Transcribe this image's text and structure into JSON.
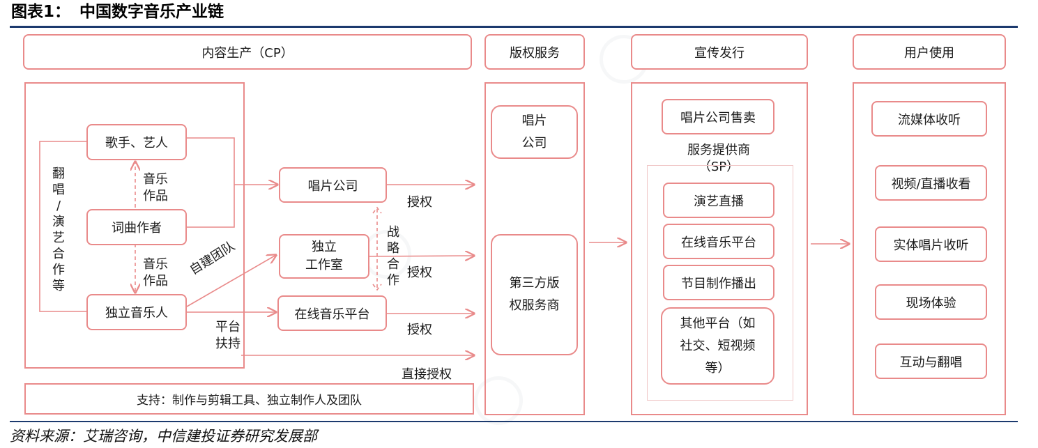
{
  "title": {
    "number": "图表1：",
    "text": "中国数字音乐产业链"
  },
  "source": "资料来源：艾瑞咨询，中信建投证券研究发展部",
  "columns": {
    "cp": "内容生产（CP）",
    "copyright": "版权服务",
    "promo": "宣传发行",
    "user": "用户使用"
  },
  "cp": {
    "singer": "歌手、艺人",
    "songwriter": "词曲作者",
    "indie": "独立音乐人",
    "cover_label": [
      "翻",
      "唱",
      "/",
      "演",
      "艺",
      "合",
      "作",
      "等"
    ],
    "music_work_1": [
      "音乐",
      "作品"
    ],
    "music_work_2": [
      "音乐",
      "作品"
    ],
    "self_team": "自建团队",
    "platform_support": [
      "平台",
      "扶持"
    ],
    "record_company": "唱片公司",
    "studio": [
      "独立",
      "工作室"
    ],
    "online_platform": "在线音乐平台",
    "strategic": [
      "战",
      "略",
      "合",
      "作"
    ],
    "auth_1": "授权",
    "auth_2": "授权",
    "auth_3": "授权",
    "direct_auth": "直接授权",
    "support": "支持：制作与剪辑工具、独立制作人及团队"
  },
  "copyright": {
    "record": [
      "唱片",
      "公司"
    ],
    "third_party": [
      "第三方版",
      "权服务商"
    ]
  },
  "promo": {
    "record_sale": "唱片公司售卖",
    "sp_title": [
      "服务提供商",
      "（SP）"
    ],
    "items": [
      "演艺直播",
      "在线音乐平台",
      "节目制作播出"
    ],
    "other": [
      "其他平台（如",
      "社交、短视频",
      "等）"
    ]
  },
  "user": {
    "items": [
      "流媒体收听",
      "视频/直播收看",
      "实体唱片收听",
      "现场体验",
      "互动与翻唱"
    ]
  },
  "colors": {
    "box_border": "#e98a8a",
    "arrow": "#e98a8a",
    "rule": "#1c3a6e"
  }
}
